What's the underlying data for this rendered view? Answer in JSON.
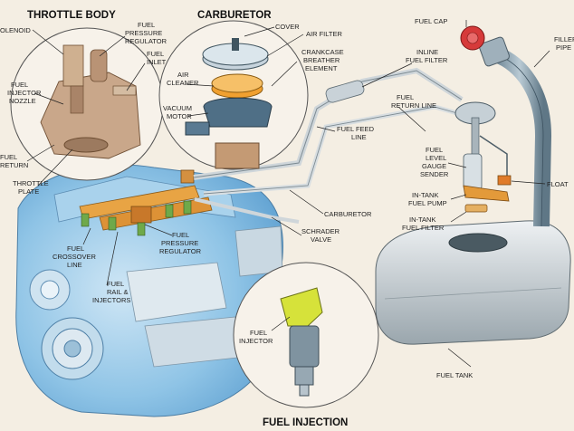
{
  "titles": {
    "throttle_body": "THROTTLE BODY",
    "carburetor": "CARBURETOR",
    "fuel_injection": "FUEL INJECTION"
  },
  "labels": {
    "solenoid": "OLENOID",
    "fuel_pressure_regulator_top": [
      "FUEL",
      "PRESSURE",
      "REGULATOR"
    ],
    "fuel_inlet": [
      "FUEL",
      "INLET"
    ],
    "fuel_injector_nozzle": [
      "FUEL",
      "INJECTOR",
      "NOZZLE"
    ],
    "fuel_return_left": [
      "FUEL",
      "RETURN"
    ],
    "throttle_plate": [
      "THROTTLE",
      "PLATE"
    ],
    "cover": "COVER",
    "air_filter": "AIR FILTER",
    "crankcase_breather": [
      "CRANKCASE",
      "BREATHER",
      "ELEMENT"
    ],
    "air_cleaner": [
      "AIR",
      "CLEANER"
    ],
    "vacuum_motor": [
      "VACUUM",
      "MOTOR"
    ],
    "fuel_cap": "FUEL CAP",
    "filler_pipe": [
      "FILLER",
      "PIPE"
    ],
    "inline_fuel_filter": [
      "INLINE",
      "FUEL FILTER"
    ],
    "fuel_return_line": [
      "FUEL",
      "RETURN LINE"
    ],
    "fuel_feed_line": [
      "FUEL FEED",
      "LINE"
    ],
    "fuel_level_gauge_sender": [
      "FUEL",
      "LEVEL",
      "GAUGE",
      "SENDER"
    ],
    "float": "FLOAT",
    "in_tank_fuel_pump": [
      "IN-TANK",
      "FUEL PUMP"
    ],
    "in_tank_fuel_filter": [
      "IN-TANK",
      "FUEL FILTER"
    ],
    "carburetor_label": "CARBURETOR",
    "schrader_valve": [
      "SCHRADER",
      "VALVE"
    ],
    "fuel_pressure_regulator_bottom": [
      "FUEL",
      "PRESSURE",
      "REGULATOR"
    ],
    "fuel_crossover_line": [
      "FUEL",
      "CROSSOVER",
      "LINE"
    ],
    "fuel_rail_injectors": [
      "FUEL",
      "RAIL &",
      "INJECTORS"
    ],
    "fuel_injector": [
      "FUEL",
      "INJECTOR"
    ],
    "fuel_tank": "FUEL TANK"
  },
  "colors": {
    "background": "#f4eee3",
    "engine_blue": "#8fc4e6",
    "brass": "#d98b3a",
    "filter_orange": "#f0a030",
    "fuel_cap_red": "#d63a3a",
    "steel": "#b8c4cc",
    "injector_yellow": "#d6e23a"
  }
}
